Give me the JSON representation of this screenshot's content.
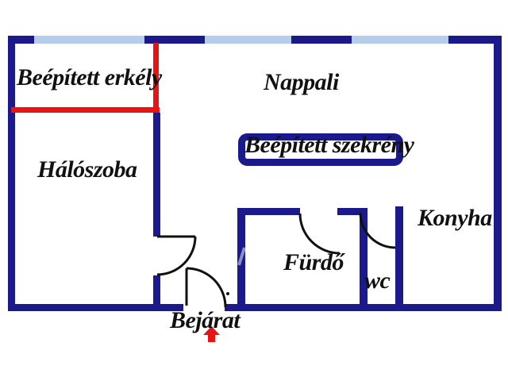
{
  "colors": {
    "wall": "#1a1a8c",
    "window": "#b4cdea",
    "accent_red": "#e81414",
    "door_line": "#111111",
    "text": "#111111",
    "background": "#ffffff"
  },
  "rooms": {
    "balcony": "Beépített erkély",
    "living_room": "Nappali",
    "built_in_closet": "Beépített szekrény",
    "bedroom": "Hálószoba",
    "kitchen": "Konyha",
    "bathroom": "Fürdő",
    "wc": "wc",
    "entrance": "Bejárat"
  },
  "icons": {
    "entrance_arrow": "up-arrow"
  }
}
